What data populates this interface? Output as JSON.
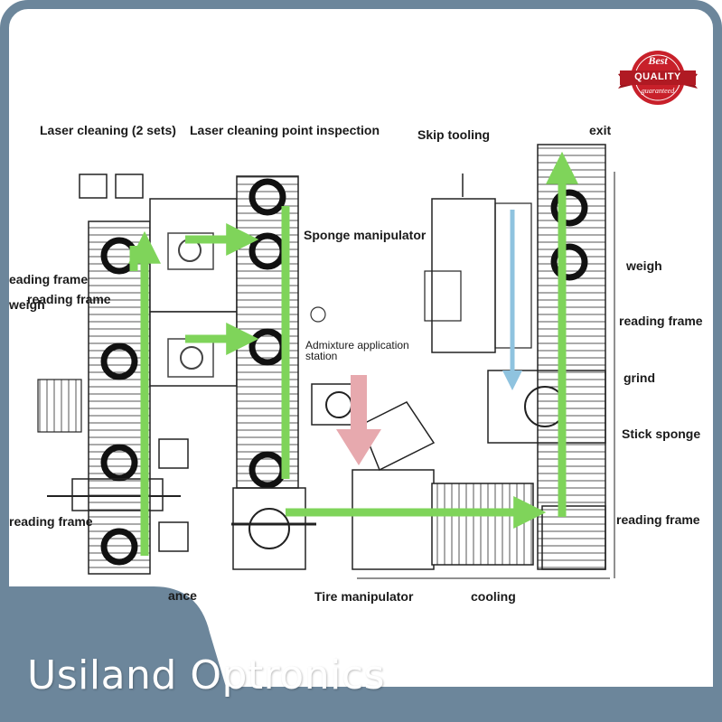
{
  "diagram": {
    "labels": {
      "laser_cleaning": "Laser cleaning (2 sets)",
      "laser_inspection": "Laser cleaning point inspection",
      "skip_tooling": "Skip tooling",
      "exit": "exit",
      "reading_frame_1": "eading frame",
      "reading_frame_2": "reading frame",
      "weigh_left": "weigh",
      "sponge_manipulator": "Sponge manipulator",
      "weigh_right": "weigh",
      "reading_frame_right_1": "reading frame",
      "admixture_line1": "Admixture application",
      "admixture_line2": "station",
      "grind": "grind",
      "stick_sponge": "Stick sponge",
      "reading_frame_3": "reading frame",
      "reading_frame_right_2": "reading frame",
      "entrance": "ance",
      "tire_manipulator": "Tire manipulator",
      "cooling": "cooling"
    },
    "arrow_colors": {
      "flow": "#7fd45a",
      "sponge_feed": "#8fc3df",
      "admixture_feed": "#e7a9ae"
    }
  },
  "badge": {
    "best": "Best",
    "quality": "QUALITY",
    "guaranteed": "guaranteed",
    "color": "#c8202a"
  },
  "brand": {
    "name": "Usiland Optronics",
    "frame_color": "#6c869b"
  }
}
